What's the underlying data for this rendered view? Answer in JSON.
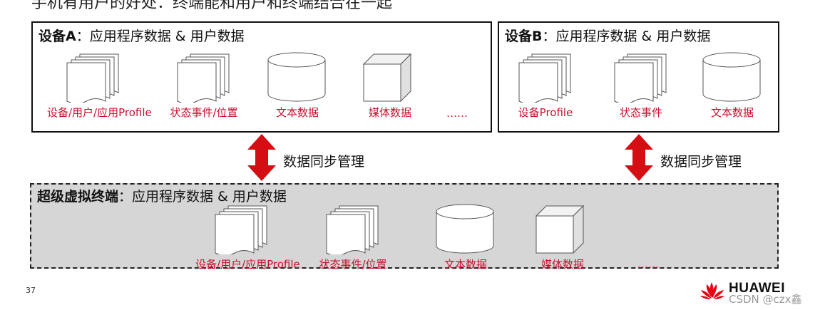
{
  "heading_clip": "手机有用户的好处：终端能和用户和终端结合在一起",
  "device_a": {
    "title_bold": "设备A",
    "title_rest": "：应用程序数据 & 用户数据",
    "items": [
      {
        "label": "设备/用户/应用Profile",
        "icon": "document-stack-icon"
      },
      {
        "label": "状态事件/位置",
        "icon": "document-stack-icon"
      },
      {
        "label": "文本数据",
        "icon": "database-cylinder-icon"
      },
      {
        "label": "媒体数据",
        "icon": "cube-icon"
      },
      {
        "label": "……",
        "icon": ""
      }
    ]
  },
  "device_b": {
    "title_bold": "设备B",
    "title_rest": "：应用程序数据 & 用户数据",
    "items": [
      {
        "label": "设备Profile",
        "icon": "document-stack-icon"
      },
      {
        "label": "状态事件",
        "icon": "document-stack-icon"
      },
      {
        "label": "文本数据",
        "icon": "database-cylinder-icon"
      }
    ]
  },
  "sync": {
    "left_label": "数据同步管理",
    "right_label": "数据同步管理",
    "arrow_color": "#d40f14"
  },
  "super_terminal": {
    "title_bold": "超级虚拟终端",
    "title_rest": "：应用程序数据 & 用户数据",
    "items": [
      {
        "label": "设备/用户/应用Profile",
        "icon": "document-stack-icon"
      },
      {
        "label": "状态事件/位置",
        "icon": "document-stack-icon"
      },
      {
        "label": "文本数据",
        "icon": "database-cylinder-icon"
      },
      {
        "label": "媒体数据",
        "icon": "cube-icon"
      },
      {
        "label": "……",
        "icon": ""
      }
    ]
  },
  "page_number": "37",
  "brand": "HUAWEI",
  "watermark": "CSDN @czx鑫",
  "colors": {
    "label_red": "#c8102e",
    "arrow_red": "#d40f14",
    "super_bg": "#d6d6d6"
  }
}
